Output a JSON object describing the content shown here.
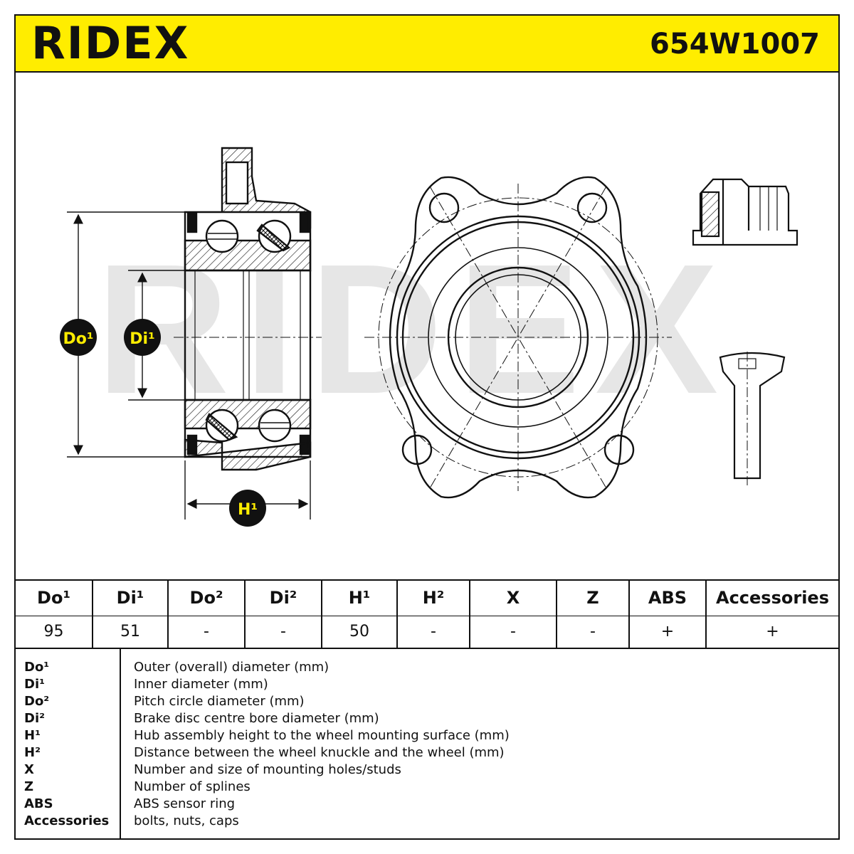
{
  "header": {
    "brand": "RIDEX",
    "part_number": "654W1007",
    "colors": {
      "accent": "#ffed00",
      "badge": "#111111",
      "badge_text": "#ffed00",
      "watermark": "#e5e5e5"
    }
  },
  "drawing": {
    "watermark": "RIDEX",
    "labels": {
      "do1": "Do¹",
      "di1": "Di¹",
      "h1": "H¹"
    },
    "icons": [
      "wheel-bearing-section-icon",
      "hub-flange-icon",
      "axle-nut-icon",
      "flange-bolt-icon"
    ]
  },
  "spec_table": {
    "headers": [
      "Do¹",
      "Di¹",
      "Do²",
      "Di²",
      "H¹",
      "H²",
      "X",
      "Z",
      "ABS",
      "Accessories"
    ],
    "values": [
      "95",
      "51",
      "-",
      "-",
      "50",
      "-",
      "-",
      "-",
      "+",
      "+"
    ]
  },
  "legend": [
    {
      "key": "Do¹",
      "desc": "Outer (overall) diameter (mm)"
    },
    {
      "key": "Di¹",
      "desc": "Inner diameter (mm)"
    },
    {
      "key": "Do²",
      "desc": "Pitch circle diameter (mm)"
    },
    {
      "key": "Di²",
      "desc": "Brake disc centre bore diameter (mm)"
    },
    {
      "key": "H¹",
      "desc": "Hub assembly height to the wheel mounting surface (mm)"
    },
    {
      "key": "H²",
      "desc": "Distance between the wheel knuckle and the wheel (mm)"
    },
    {
      "key": "X",
      "desc": "Number and size of mounting holes/studs"
    },
    {
      "key": "Z",
      "desc": "Number of splines"
    },
    {
      "key": "ABS",
      "desc": "ABS sensor ring"
    },
    {
      "key": "Accessories",
      "desc": "bolts, nuts, caps"
    }
  ]
}
